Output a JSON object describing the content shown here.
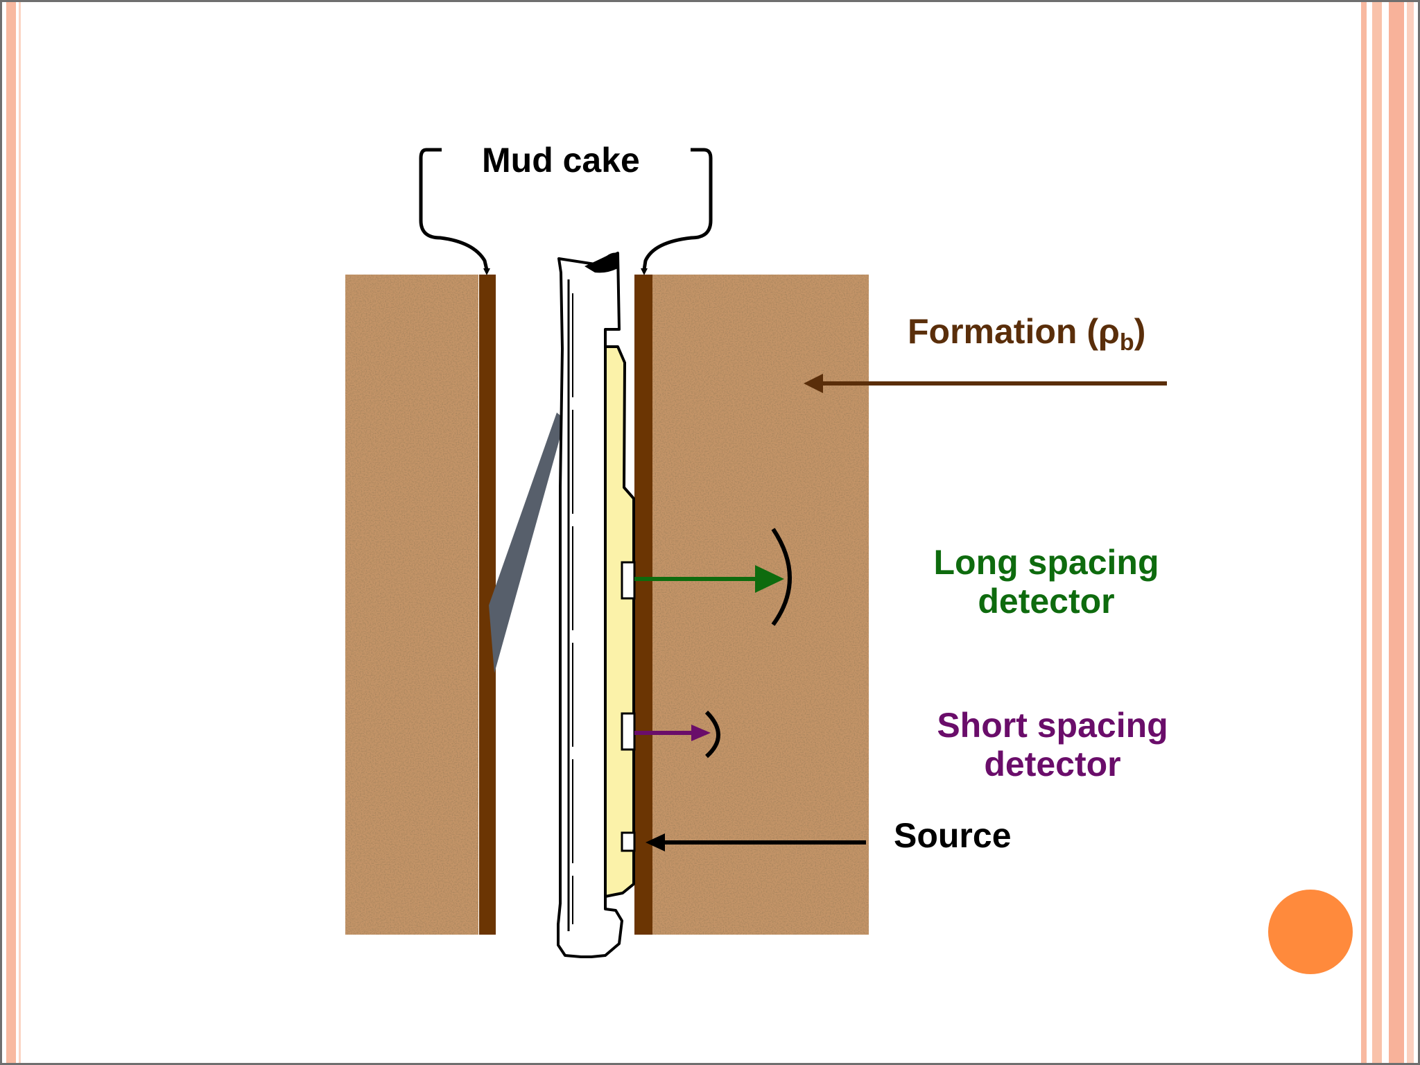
{
  "labels": {
    "mud_cake": "Mud cake",
    "formation_prefix": "Formation (",
    "formation_rho": "ρ",
    "formation_sub": "b",
    "formation_suffix": ")",
    "long_line1": "Long spacing",
    "long_line2": "detector",
    "short_line1": "Short spacing",
    "short_line2": "detector",
    "source": "Source"
  },
  "colors": {
    "formation_text": "#5a2e0a",
    "long_detector": "#0e6b0e",
    "short_detector": "#6a0d6a",
    "source": "#000000",
    "mud_cake": "#6b3503",
    "formation_fill": "#c49468",
    "tool_pad": "#fbf2a9",
    "arm": "#575f6b",
    "accent_circle": "#ff8a3c",
    "side_stripe": "#f8b9a0"
  },
  "icons": {
    "decor": "orange-circle"
  }
}
